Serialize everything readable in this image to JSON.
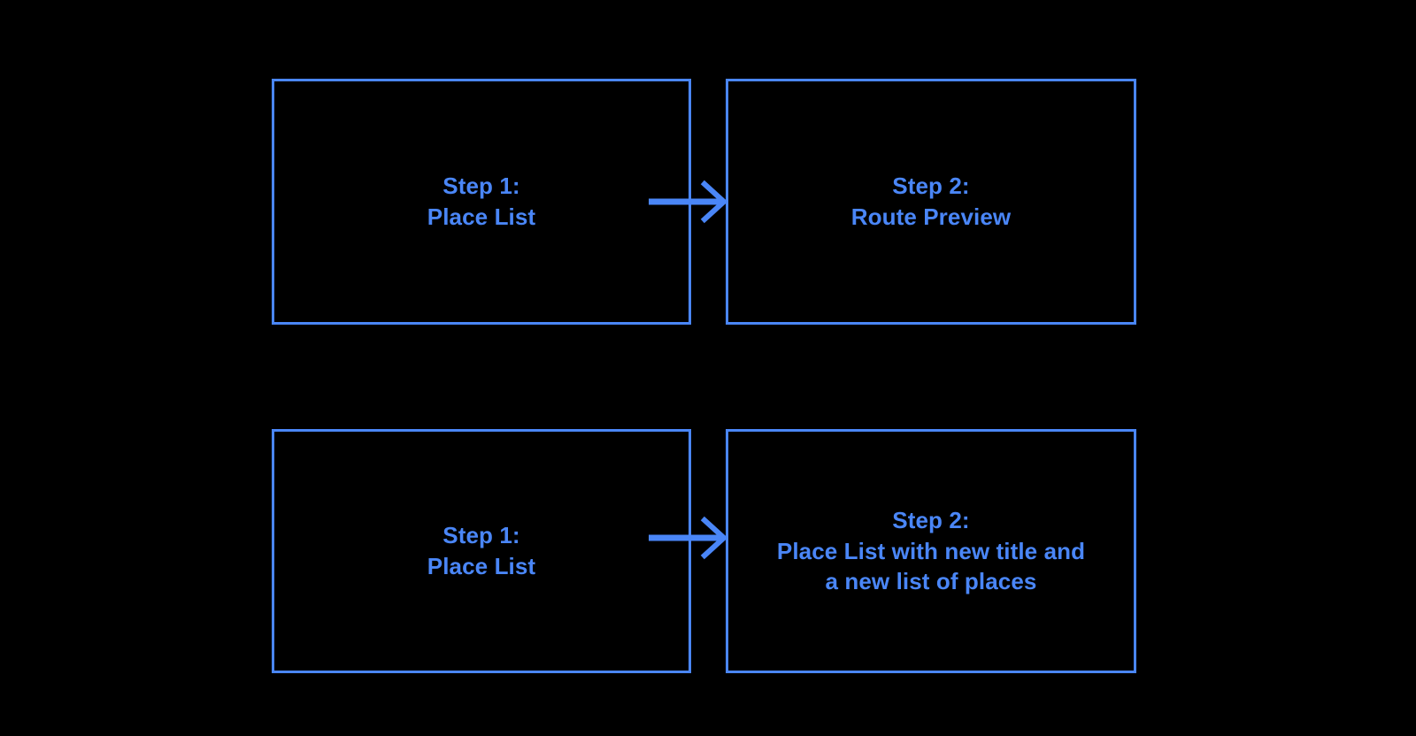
{
  "diagram": {
    "title": "Two-row step flow diagram",
    "background_color": "#000000",
    "accent_color": "#4a86f7",
    "rows": [
      {
        "name": "route-preview-flow",
        "from": {
          "id": "step-1-place-list-top",
          "label": "Step 1:\nPlace List",
          "lines": [
            "Step 1:",
            "Place List"
          ]
        },
        "connector": {
          "name": "arrow-right",
          "icon": "arrow-right-icon",
          "direction": "right"
        },
        "to": {
          "id": "step-2-route-preview",
          "label": "Step 2:\nRoute Preview",
          "lines": [
            "Step 2:",
            "Route Preview"
          ]
        }
      },
      {
        "name": "new-place-list-flow",
        "from": {
          "id": "step-1-place-list-bottom",
          "label": "Step 1:\nPlace List",
          "lines": [
            "Step 1:",
            "Place List"
          ]
        },
        "connector": {
          "name": "arrow-right",
          "icon": "arrow-right-icon",
          "direction": "right"
        },
        "to": {
          "id": "step-2-new-place-list",
          "label": "Step 2:\nPlace List with new title and\na new list of places",
          "lines": [
            "Step 2:",
            "Place List with new title and",
            "a new list of places"
          ]
        }
      }
    ]
  }
}
